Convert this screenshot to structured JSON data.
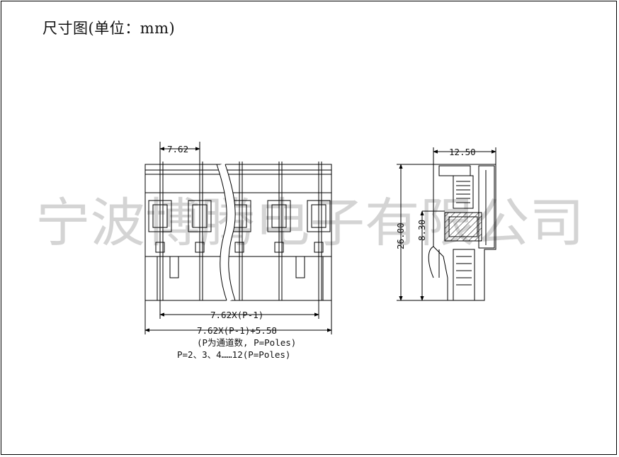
{
  "title": "尺寸图(单位：mm)",
  "watermark": "宁波博腾电子有限公司",
  "dimensions": {
    "pitch": "7.62",
    "pitch_total": "7.62X(P-1)",
    "overall": "7.62X(P-1)+5.58",
    "side_width": "12.50",
    "total_height": "26.00",
    "inner_height": "8.30"
  },
  "notes": {
    "line1": "(P为通道数, P=Poles)",
    "line2": "P=2、3、4……12(P=Poles)"
  },
  "colors": {
    "line": "#000000",
    "watermark": "#d4d4d4"
  }
}
